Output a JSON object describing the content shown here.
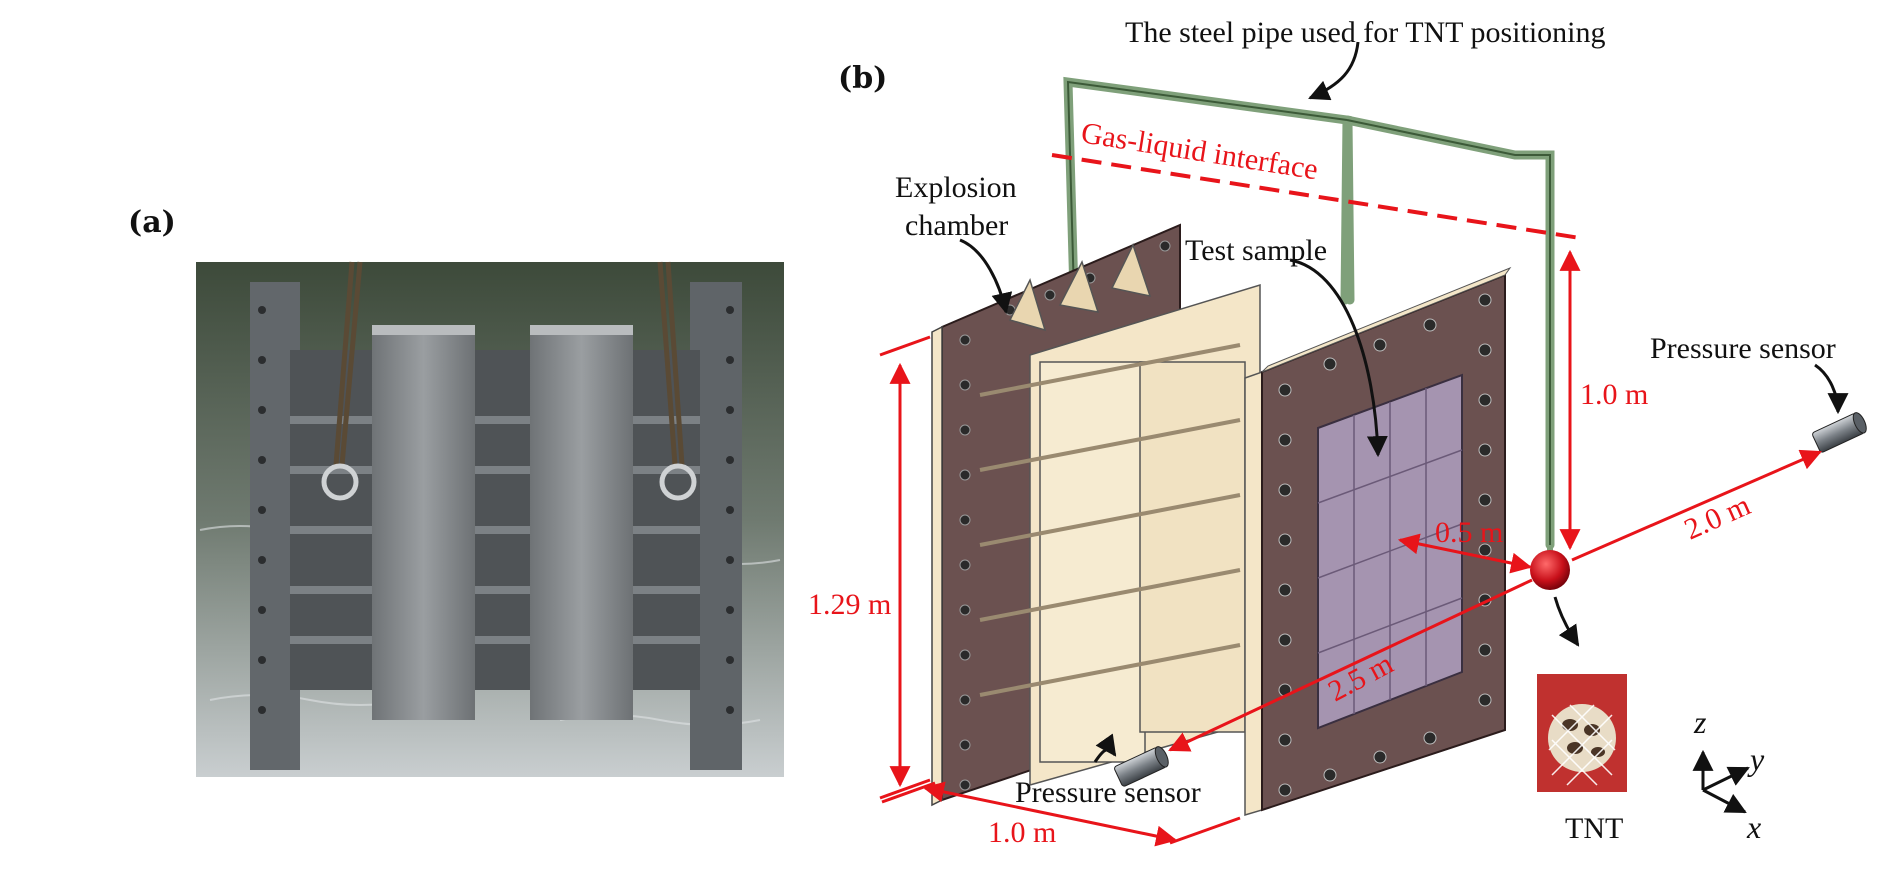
{
  "panels": {
    "a_label": "(a)",
    "b_label": "(b)"
  },
  "labels": {
    "steel_pipe": "The steel pipe used for TNT positioning",
    "gas_liquid": "Gas-liquid interface",
    "explosion_chamber_line1": "Explosion",
    "explosion_chamber_line2": "chamber",
    "test_sample": "Test sample",
    "pressure_sensor_top": "Pressure sensor",
    "pressure_sensor_bottom": "Pressure sensor",
    "tnt": "TNT"
  },
  "dimensions": {
    "height": "1.29 m",
    "depth": "1.0 m",
    "standoff_vertical": "1.0 m",
    "sensor_far": "2.0 m",
    "sensor_near": "2.5 m",
    "sample_distance": "0.5 m"
  },
  "axes": {
    "z": "z",
    "y": "y",
    "x": "x"
  },
  "colors": {
    "red": "#e8141a",
    "frame_brown": "#6b5150",
    "cream": "#f4e6c8",
    "pipe_green": "#7fa07a",
    "sample_purple": "#a594b0"
  }
}
